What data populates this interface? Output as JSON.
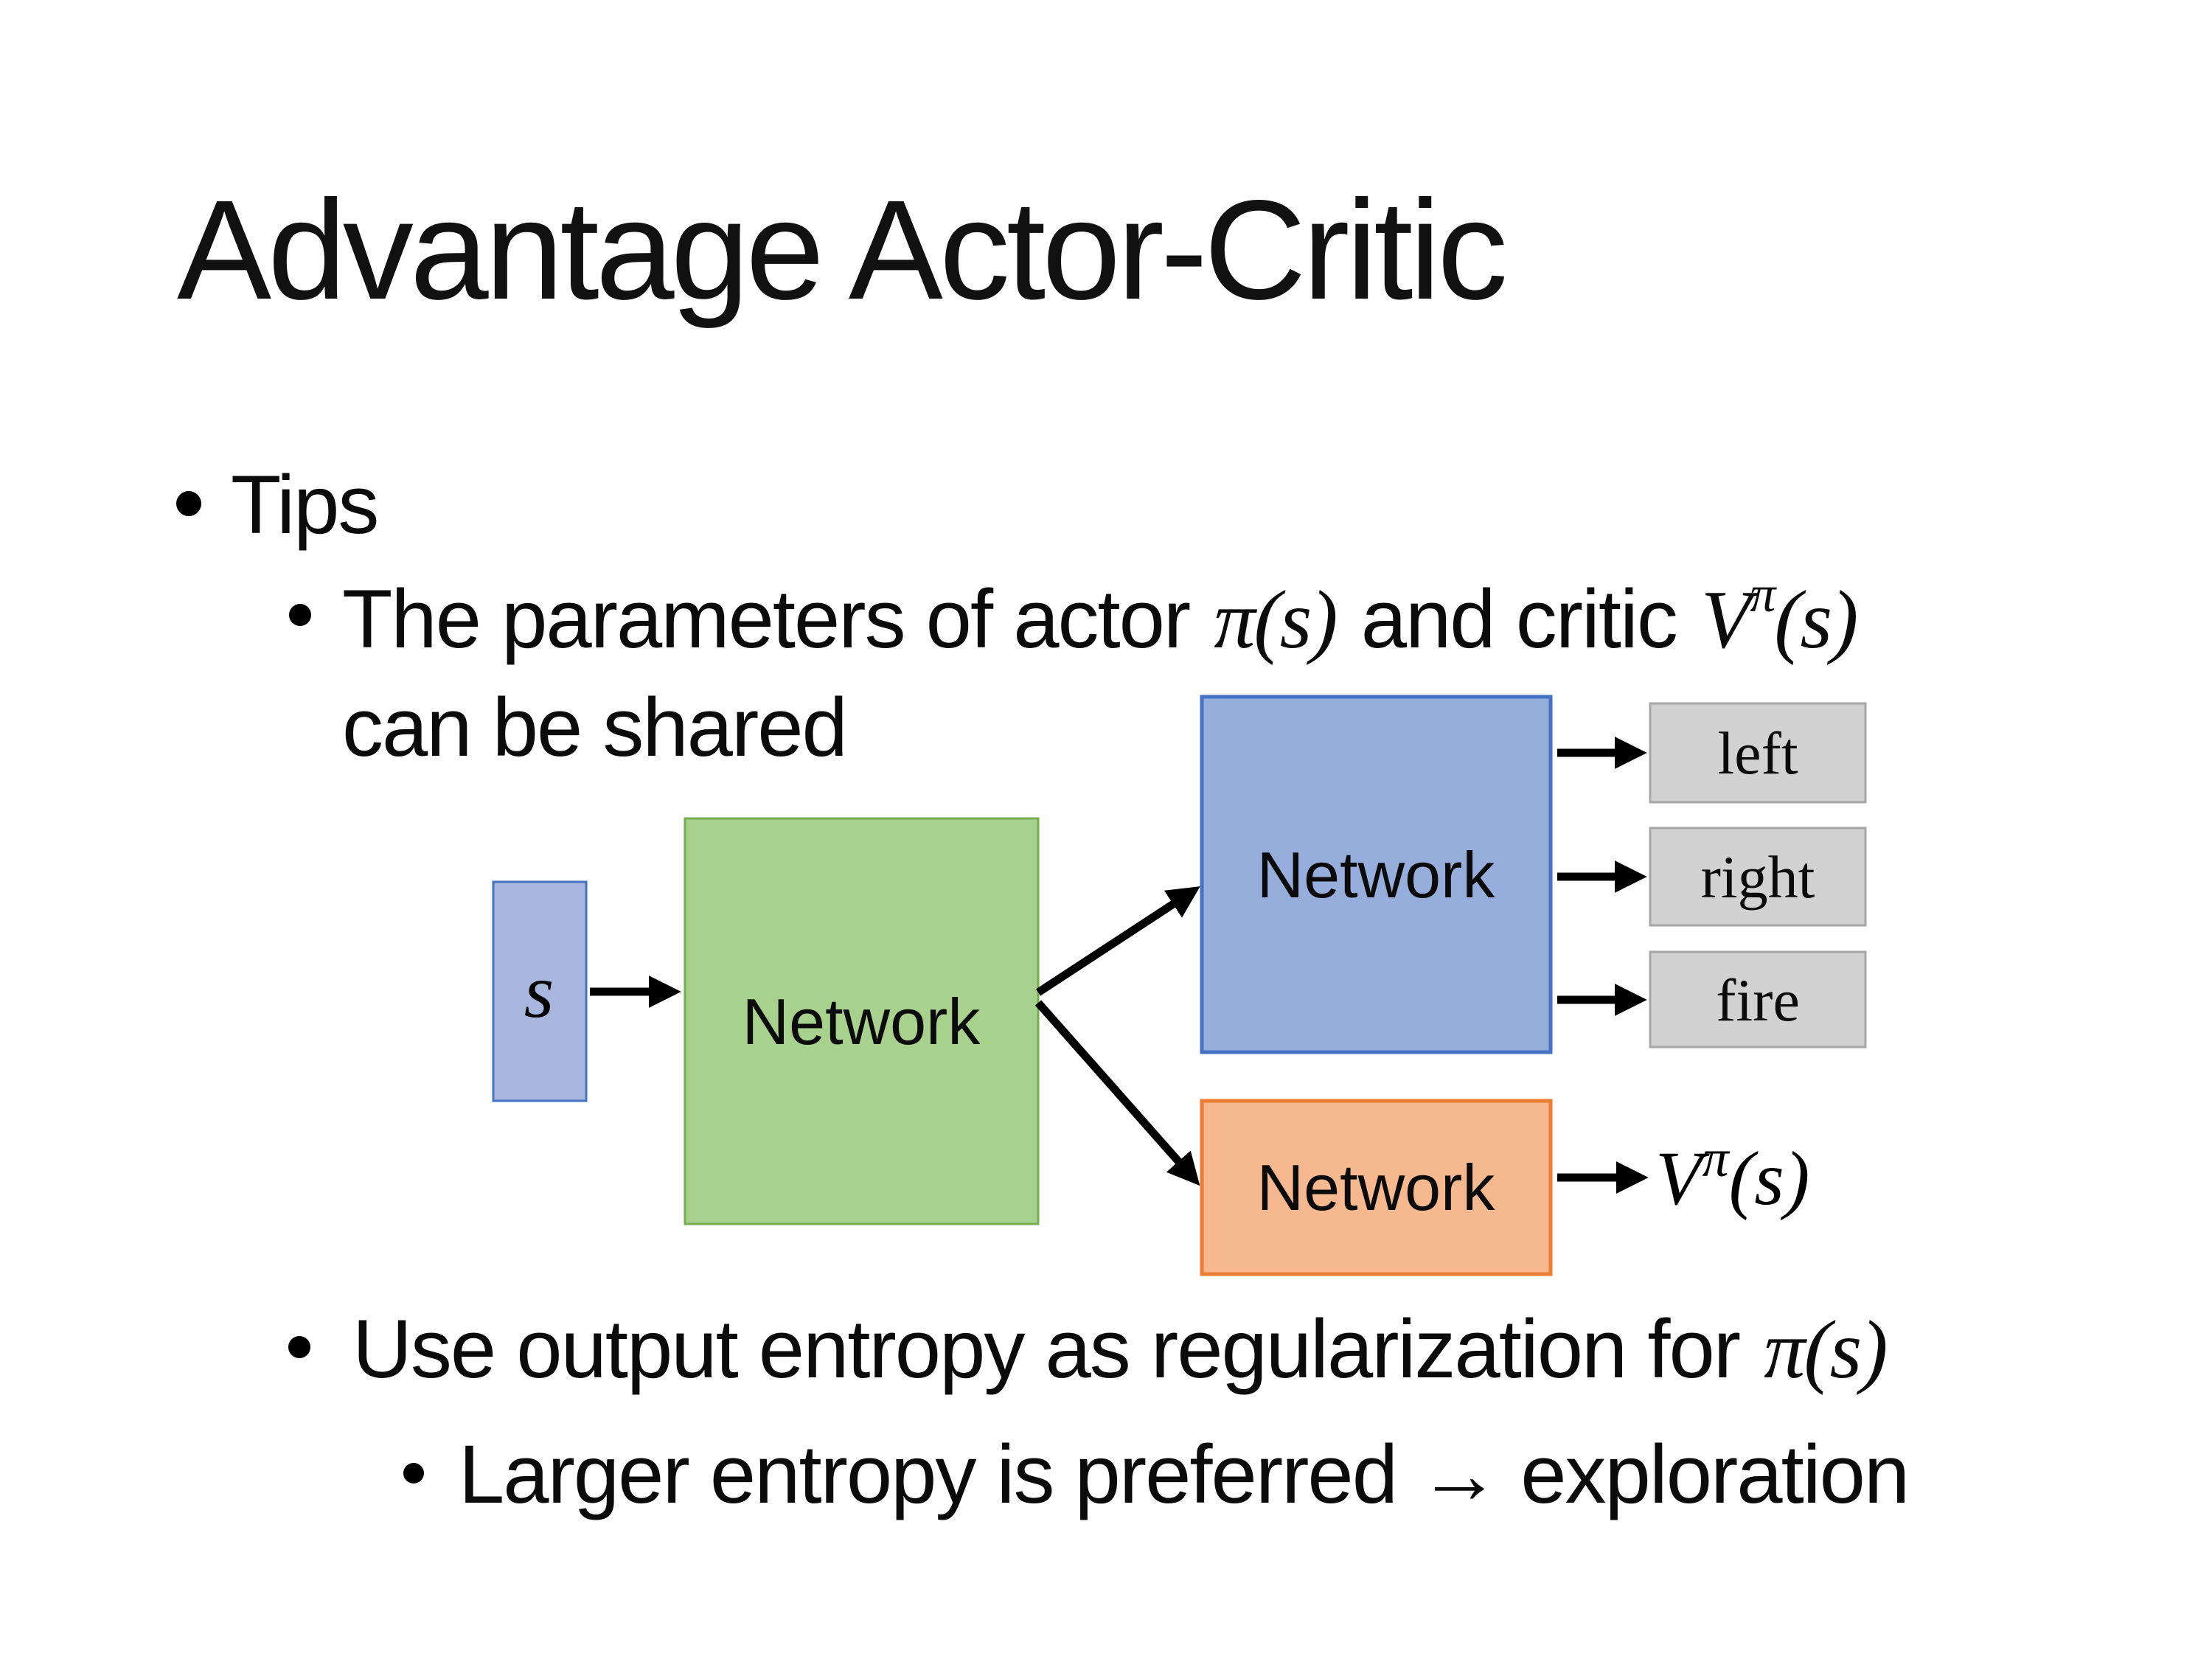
{
  "slide": {
    "title": "Advantage Actor-Critic",
    "bullets": {
      "tips_label": "Tips",
      "shared_pre": "The parameters of actor ",
      "shared_actor_math": "π(s)",
      "shared_mid": "  and critic ",
      "shared_value_base": "V",
      "shared_value_sup": "π",
      "shared_value_args": "(s)",
      "shared_line2": "can be shared",
      "entropy_pre": "Use output entropy as regularization for ",
      "entropy_math": "π(s)",
      "exploration_line": "Larger entropy is preferred → exploration"
    }
  },
  "diagram": {
    "state_label": "s",
    "shared_network_label": "Network",
    "actor_network_label": "Network",
    "critic_network_label": "Network",
    "action_labels": [
      "left",
      "right",
      "fire"
    ],
    "value_output_base": "V",
    "value_output_sup": "π",
    "value_output_args": "(s)",
    "colors": {
      "state_fill": "#A9B7DE",
      "state_border": "#4472C4",
      "shared_fill": "#A9D18E",
      "shared_border": "#76AD51",
      "actor_fill": "#97ADDB",
      "actor_border": "#4472C4",
      "critic_fill": "#F5B88F",
      "critic_border": "#ED7D31",
      "action_fill": "#D2D2D2",
      "action_border": "#A6A6A6",
      "arrow": "#000000"
    }
  }
}
